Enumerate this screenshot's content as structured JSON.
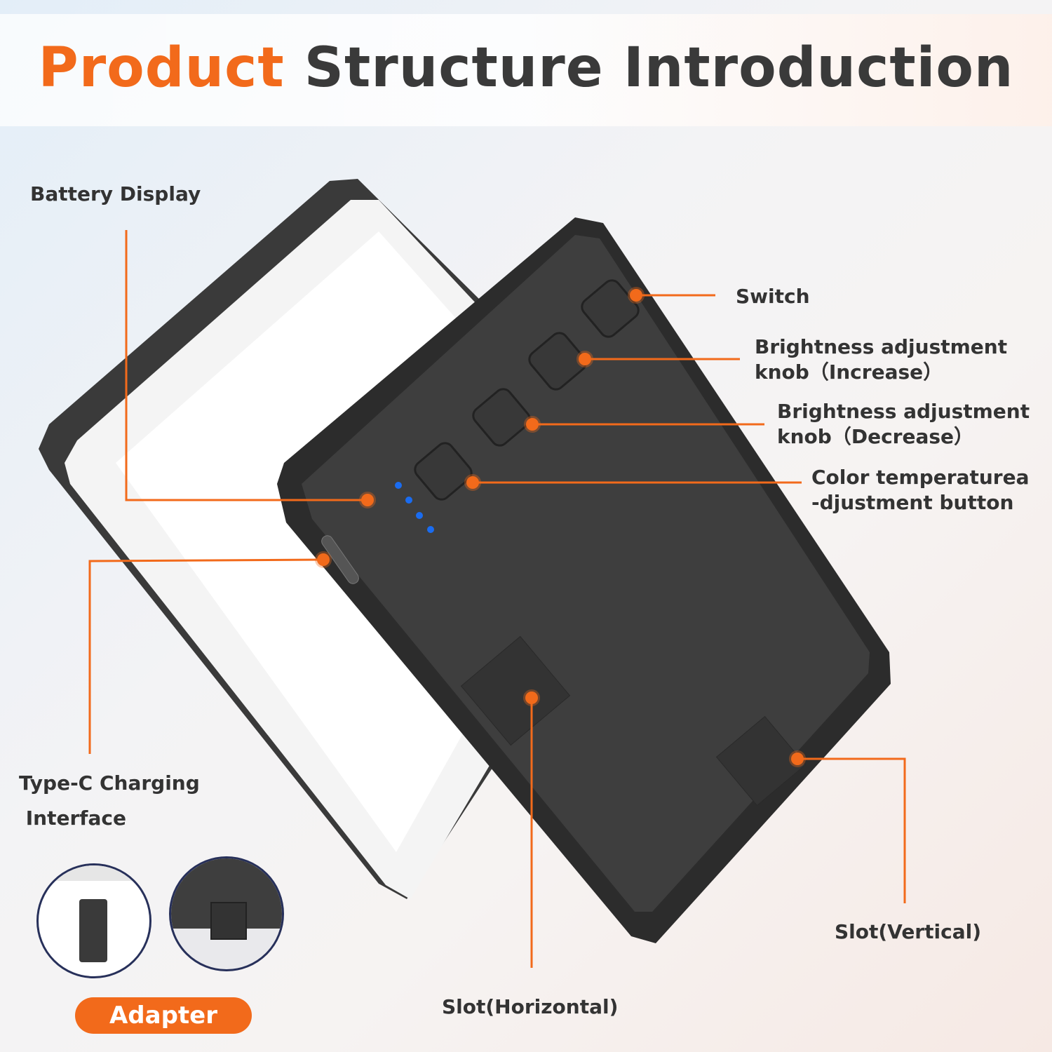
{
  "title": {
    "accent": "Product",
    "rest": "Structure Introduction"
  },
  "labels": {
    "battery_display": "Battery Display",
    "switch": "Switch",
    "brightness_increase_line1": "Brightness adjustment",
    "brightness_increase_line2": "knob（Increase）",
    "brightness_decrease_line1": "Brightness adjustment",
    "brightness_decrease_line2": "knob（Decrease）",
    "color_temp_line1": "Color temperaturea",
    "color_temp_line2": "-djustment button",
    "type_c_line1": "Type-C Charging",
    "type_c_line2": " Interface",
    "slot_horizontal": "Slot(Horizontal)",
    "slot_vertical": "Slot(Vertical)"
  },
  "adapter": {
    "label": "Adapter"
  },
  "colors": {
    "accent": "#f26a1b",
    "text": "#333333",
    "device": "#3c3c3c",
    "indicator": "#1a6cf0"
  }
}
